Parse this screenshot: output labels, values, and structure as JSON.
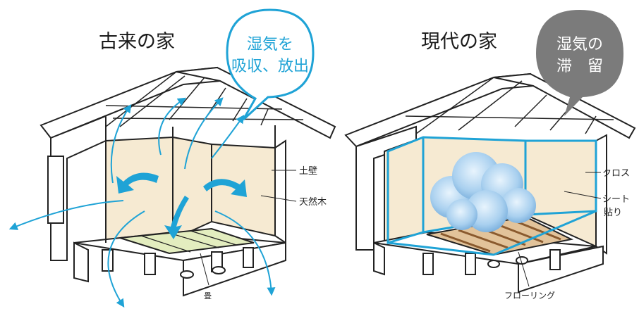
{
  "left": {
    "title": "古来の家",
    "bubble": {
      "line1": "湿気を",
      "line2": "吸収、放出",
      "color": "#1fa3d6"
    },
    "labels": {
      "wall": "土壁",
      "wood": "天然木",
      "tatami": "畳"
    }
  },
  "right": {
    "title": "現代の家",
    "bubble": {
      "line1": "湿気の",
      "line2": "滞　留",
      "color": "#7b7b7b"
    },
    "labels": {
      "cloth": "クロス",
      "sheet_line1": "シート",
      "sheet_line2": "貼り",
      "flooring": "フローリング"
    }
  },
  "colors": {
    "line": "#222222",
    "blue": "#1fa3d6",
    "wall": "#f6ead2",
    "tatami": "#e3edbf",
    "floor": "#c99a6b",
    "cloud": "#a8cfee"
  }
}
